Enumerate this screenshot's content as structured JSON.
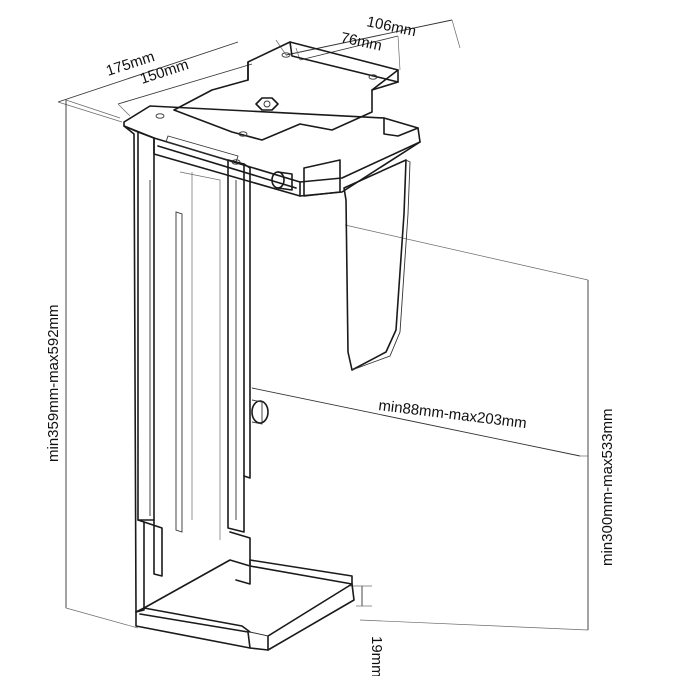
{
  "dimensions": {
    "top_width_outer": "106mm",
    "top_width_inner": "76mm",
    "depth_outer": "175mm",
    "depth_inner": "150mm",
    "height_range": "min359mm-max592mm",
    "width_range": "min88mm-max203mm",
    "pc_height_range": "min300mm-max533mm",
    "base_lip": "19mm"
  },
  "colors": {
    "line": "#1a1a1a",
    "dimension_line": "#555555",
    "background": "#ffffff"
  }
}
